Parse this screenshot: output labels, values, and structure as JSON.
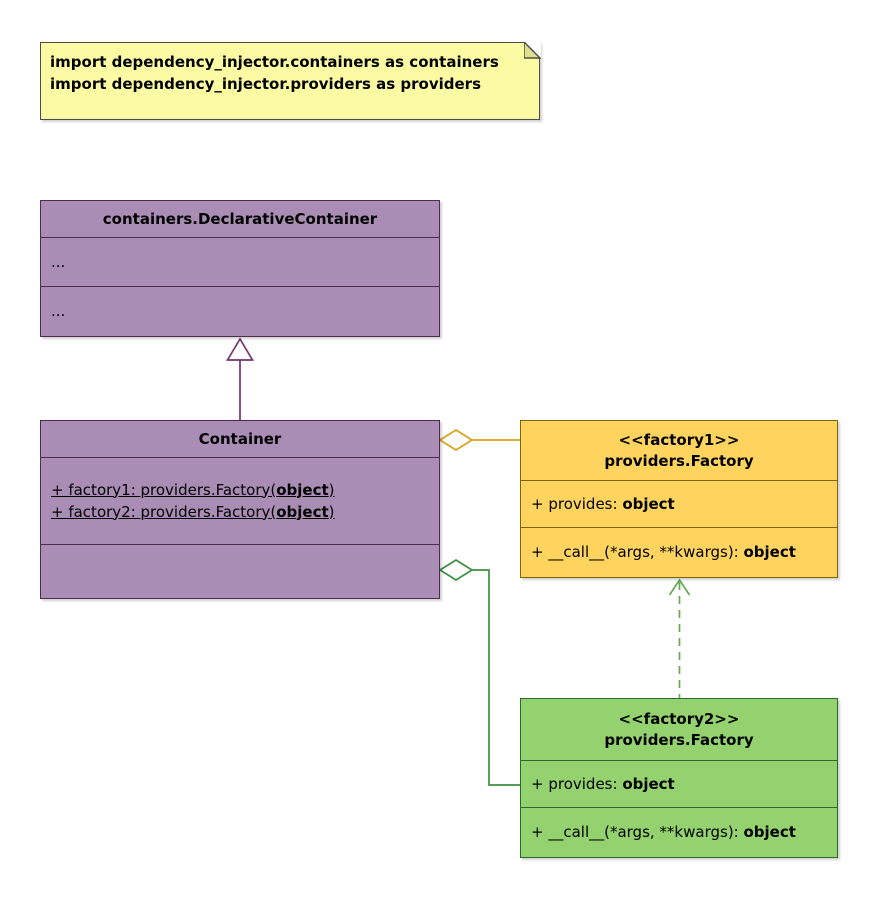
{
  "colors": {
    "page_bg": "#ffffff",
    "note_fill": "#FBFBA3",
    "note_border": "#4D4D4D",
    "note_fold_fill": "#E0E08A",
    "purple_fill": "#AA8DB5",
    "purple_border": "#502B50",
    "purple_line": "#73346F",
    "yellow_fill": "#FFD45E",
    "yellow_border": "#7D6608",
    "orange_line": "#D8A01D",
    "green_fill": "#93D26F",
    "green_border": "#2B6A2B",
    "green_line": "#3E8E41",
    "green_dash": "#66A653",
    "text": "#000000"
  },
  "note": {
    "line1": "import dependency_injector.containers as containers",
    "line2": "import dependency_injector.providers as providers"
  },
  "declarative_container": {
    "title": "containers.DeclarativeContainer",
    "compartment1": "...",
    "compartment2": "..."
  },
  "container": {
    "title": "Container",
    "attributes": [
      {
        "pre": "+ factory1: providers.Factory(",
        "bold": "object",
        "post": ")"
      },
      {
        "pre": "+ factory2: providers.Factory(",
        "bold": "object",
        "post": ")"
      }
    ]
  },
  "factory1": {
    "stereotype": "<<factory1>>",
    "title": "providers.Factory",
    "provides": {
      "pre": "+ provides: ",
      "bold": "object",
      "post": ""
    },
    "call": {
      "pre": "+ __call__(*args, **kwargs): ",
      "bold": "object",
      "post": ""
    }
  },
  "factory2": {
    "stereotype": "<<factory2>>",
    "title": "providers.Factory",
    "provides": {
      "pre": "+ provides: ",
      "bold": "object",
      "post": ""
    },
    "call": {
      "pre": "+ __call__(*args, **kwargs): ",
      "bold": "object",
      "post": ""
    }
  }
}
